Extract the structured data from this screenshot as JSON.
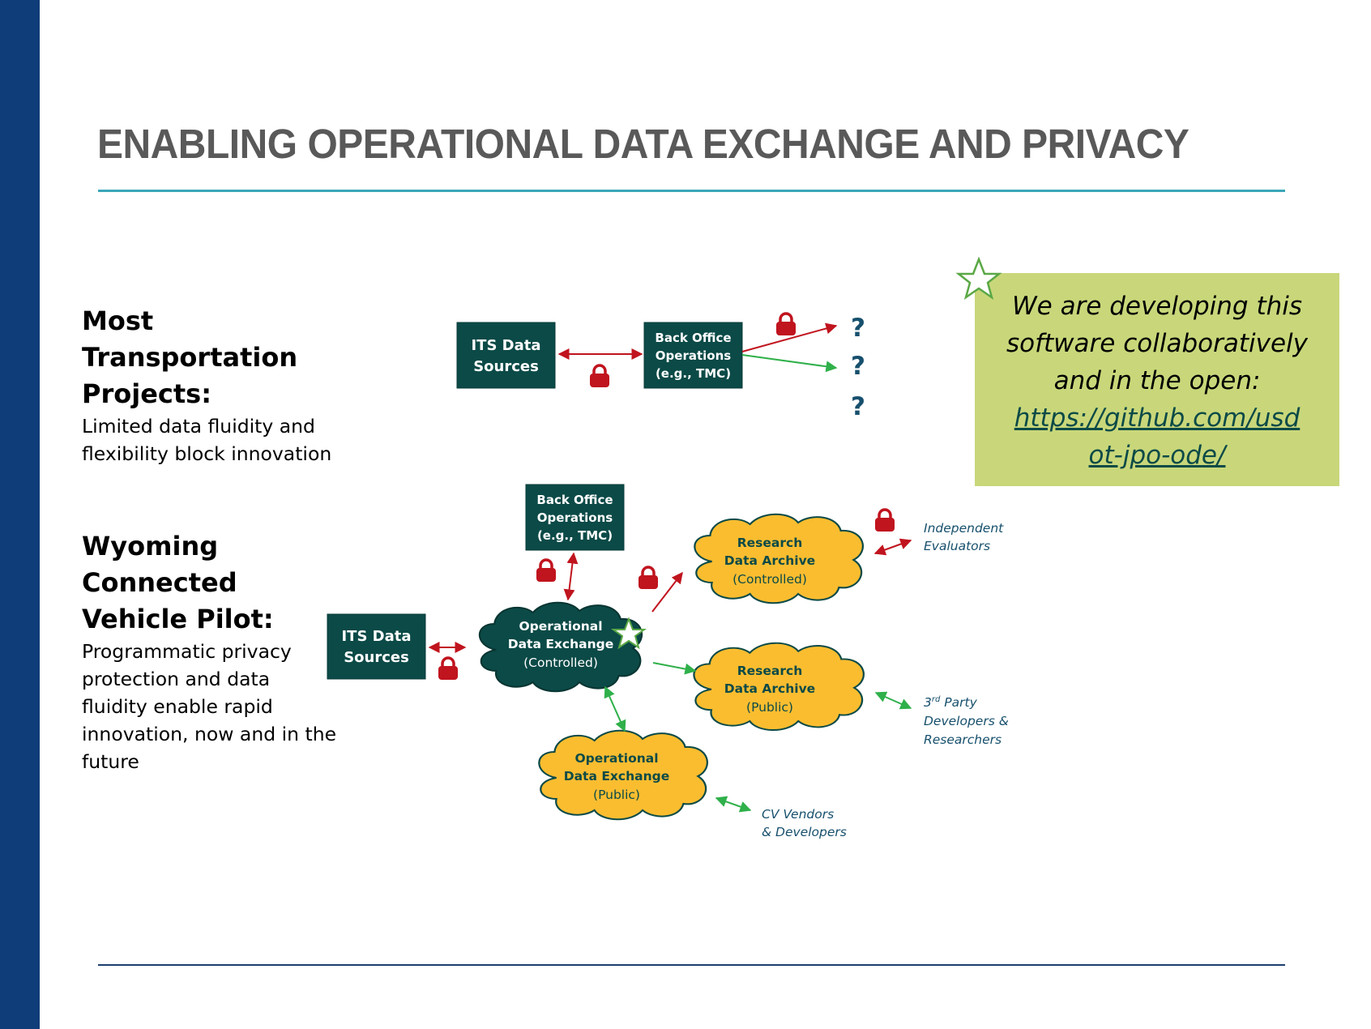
{
  "title": "ENABLING OPERATIONAL DATA EXCHANGE AND PRIVACY",
  "section1": {
    "heading": "Most Transportation Projects:",
    "body": "Limited data fluidity and flexibility block innovation"
  },
  "section2": {
    "heading": "Wyoming Connected Vehicle Pilot:",
    "body": "Programmatic privacy protection and data fluidity enable rapid innovation, now and in the future"
  },
  "callout": {
    "text": "We are developing this software collaboratively and in the open:",
    "link": "https://github.com/usdot-jpo-ode/"
  },
  "diagram_top": {
    "its_line1": "ITS Data",
    "its_line2": "Sources",
    "back_line1": "Back Office",
    "back_line2": "Operations",
    "back_line3": "(e.g., TMC)",
    "question": "?"
  },
  "diagram_bottom": {
    "back_line1": "Back Office",
    "back_line2": "Operations",
    "back_line3": "(e.g., TMC)",
    "its_line1": "ITS Data",
    "its_line2": "Sources",
    "ode_ctrl_line1": "Operational",
    "ode_ctrl_line2": "Data Exchange",
    "ode_ctrl_line3": "(Controlled)",
    "rda_ctrl_line1": "Research",
    "rda_ctrl_line2": "Data Archive",
    "rda_ctrl_line3": "(Controlled)",
    "rda_pub_line1": "Research",
    "rda_pub_line2": "Data Archive",
    "rda_pub_line3": "(Public)",
    "ode_pub_line1": "Operational",
    "ode_pub_line2": "Data Exchange",
    "ode_pub_line3": "(Public)",
    "ind_line1": "Independent",
    "ind_line2": "Evaluators",
    "third_num": "3",
    "third_sup": "rd",
    "third_rest": " Party",
    "third_line2": "Developers &",
    "third_line3": "Researchers",
    "cv_line1": "CV Vendors",
    "cv_line2": "& Developers"
  },
  "colors": {
    "sidebar": "#0e3d79",
    "title": "#595959",
    "rule": "#3ba6b8",
    "box": "#0b4a47",
    "cloud_yellow": "#fbbd30",
    "arrow_red": "#c0141e",
    "arrow_green": "#2fb04a",
    "callout_bg": "#c9d77a"
  }
}
